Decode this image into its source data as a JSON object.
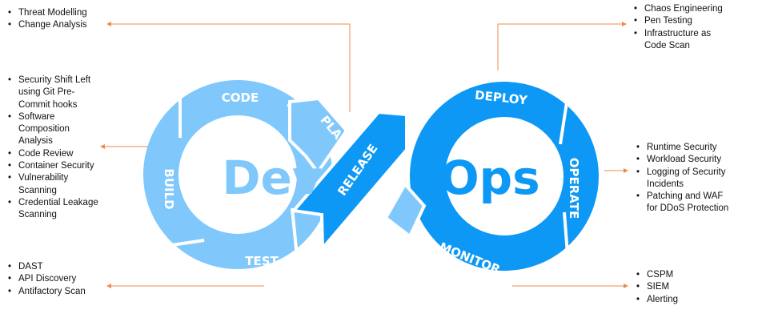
{
  "colors": {
    "dev": "#80c8fc",
    "ops": "#0c98f4",
    "arrow": "#f08a4b"
  },
  "center": {
    "dev": "Dev",
    "ops": "Ops"
  },
  "stages": {
    "plan": "PLAN",
    "code": "CODE",
    "build": "BUILD",
    "test": "TEST",
    "release": "RELEASE",
    "deploy": "DEPLOY",
    "operate": "OPERATE",
    "monitor": "MONITOR"
  },
  "lists": {
    "plan": [
      "Threat Modelling",
      "Change Analysis"
    ],
    "code": [
      "Security Shift Left using Git Pre-Commit hooks",
      "Software Composition Analysis",
      "Code Review",
      "Container Security",
      "Vulnerability Scanning",
      "Credential Leakage Scanning"
    ],
    "test": [
      "DAST",
      "API Discovery",
      "Antifactory Scan"
    ],
    "deploy": [
      "Chaos Engineering",
      "Pen Testing",
      "Infrastructure as Code Scan"
    ],
    "operate": [
      "Runtime Security",
      "Workload Security",
      "Logging of Security Incidents",
      "Patching and WAF for DDoS Protection"
    ],
    "monitor": [
      "CSPM",
      "SIEM",
      "Alerting"
    ]
  }
}
